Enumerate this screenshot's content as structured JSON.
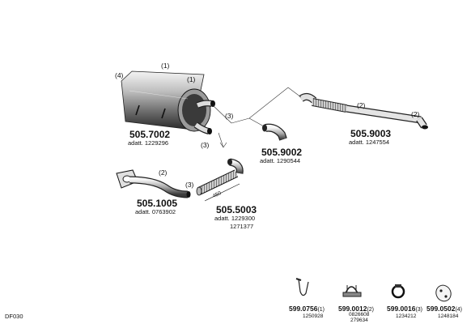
{
  "parts": [
    {
      "id": "muffler",
      "code": "505.7002",
      "adatt": "adatt. 1229296",
      "extra": ""
    },
    {
      "id": "front-pipe",
      "code": "505.1005",
      "adatt": "adatt. 0763902",
      "extra": ""
    },
    {
      "id": "flex-pipe",
      "code": "505.5003",
      "adatt": "adatt. 1229300",
      "extra": "1271377"
    },
    {
      "id": "elbow",
      "code": "505.9002",
      "adatt": "adatt. 1290544",
      "extra": ""
    },
    {
      "id": "tail-pipe",
      "code": "505.9003",
      "adatt": "adatt. 1247554",
      "extra": ""
    }
  ],
  "callouts": {
    "c1": "(1)",
    "c2": "(2)",
    "c3": "(3)",
    "c4": "(4)"
  },
  "dimension": "450",
  "accessories": [
    {
      "id": "u-clamp",
      "code": "599.0756",
      "qty": "(1)",
      "adatt": "1250928",
      "extra": ""
    },
    {
      "id": "saddle-clamp",
      "code": "599.0012",
      "qty": "(2)",
      "adatt": "0826608",
      "extra": "279634"
    },
    {
      "id": "band-clamp",
      "code": "599.0016",
      "qty": "(3)",
      "adatt": "1234212",
      "extra": ""
    },
    {
      "id": "hanger",
      "code": "599.0502",
      "qty": "(4)",
      "adatt": "1248184",
      "extra": ""
    }
  ],
  "footer_code": "DF030"
}
